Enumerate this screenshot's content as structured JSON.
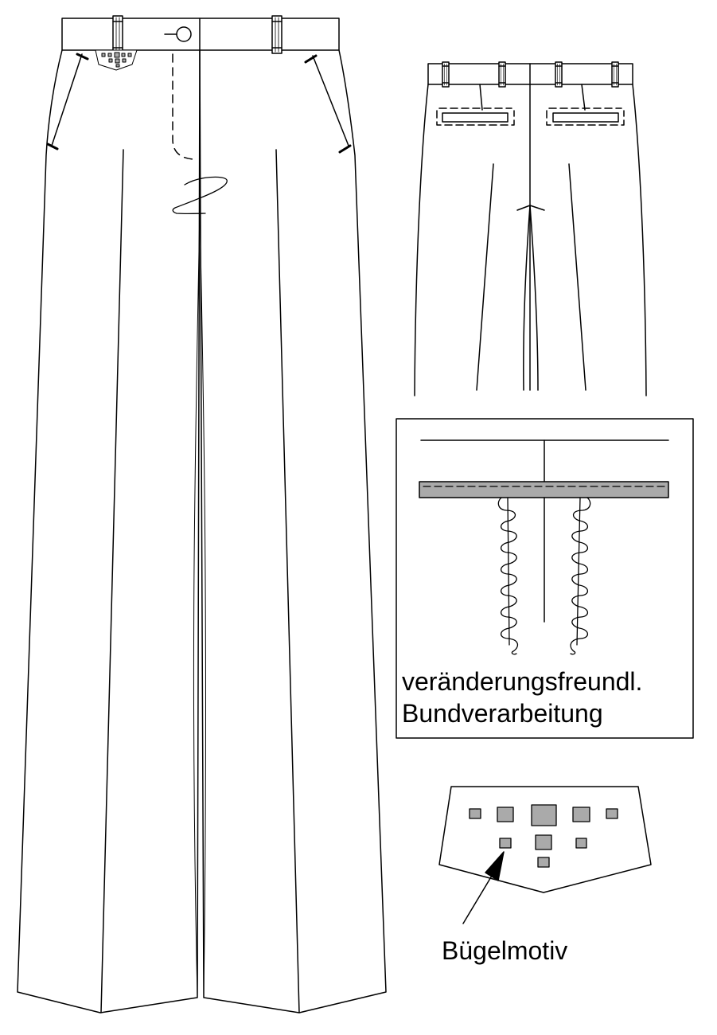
{
  "detail_box": {
    "caption_line1": "veränderungsfreundl.",
    "caption_line2": "Bundverarbeitung"
  },
  "motif": {
    "caption": "Bügelmotiv"
  },
  "colors": {
    "line": "#000000",
    "fill_gray": "#aaaaaa",
    "background": "#ffffff"
  }
}
